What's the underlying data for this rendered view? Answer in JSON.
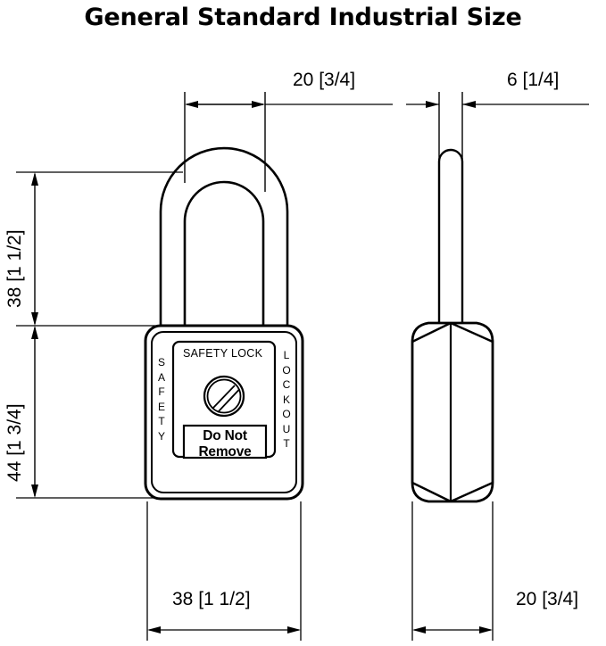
{
  "title": "General Standard Industrial Size",
  "dimensions": {
    "top_front_shackle_width": "20 [3/4]",
    "top_side_shackle_width": "6 [1/4]",
    "left_shackle_height": "38 [1 1/2]",
    "left_body_height": "44 [1 3/4]",
    "bottom_front_width": "38 [1 1/2]",
    "bottom_side_width": "20 [3/4]"
  },
  "lock_label": {
    "top_text": "SAFETY LOCK",
    "left_vertical": "SAFETY",
    "right_vertical": "LOCKOUT",
    "prohibition_icon": "no-entry-slash-icon",
    "warning_line1": "Do Not",
    "warning_line2": "Remove"
  },
  "views": {
    "front_view": "padlock-front-view",
    "side_view": "padlock-side-view"
  },
  "colors": {
    "line": "#000000",
    "background": "#ffffff",
    "text": "#000000"
  }
}
